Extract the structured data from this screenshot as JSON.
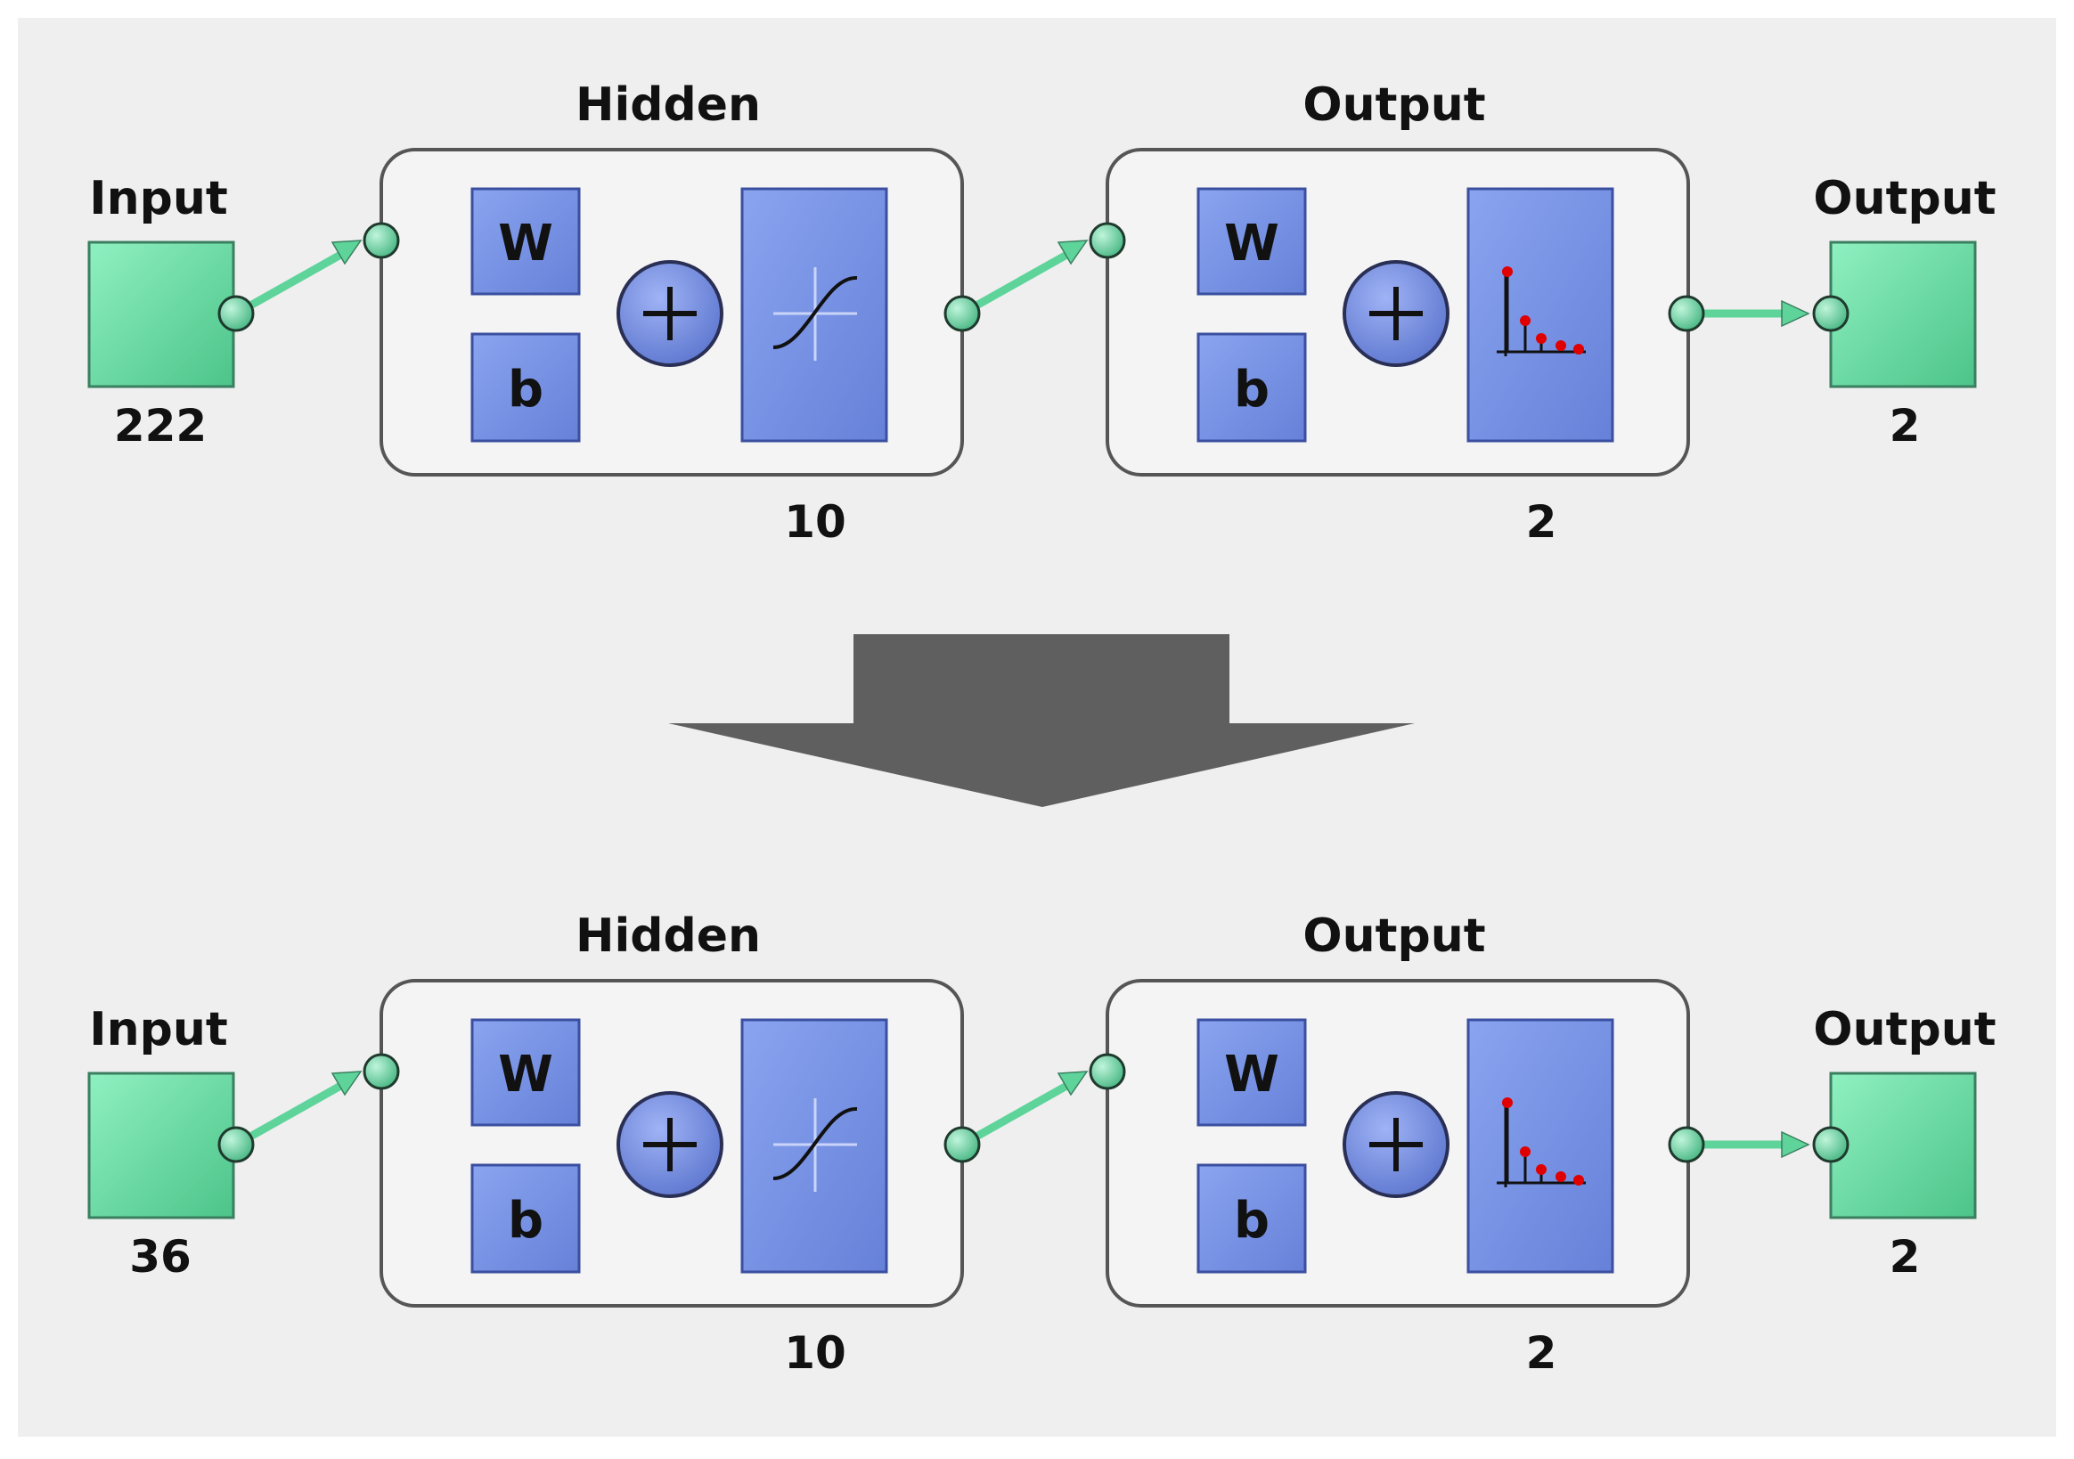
{
  "colors": {
    "canvas": "#efefef",
    "node_fill": "#6fe0a8",
    "node_stroke": "#3a7f5f",
    "connector": "#5ed49a",
    "block_fill": "#7b95e6",
    "block_stroke": "#3b4fa0",
    "layer_box_fill": "#f4f4f4",
    "layer_box_stroke": "#555555",
    "arrow_fill": "#5f5f5f",
    "stem_dot": "#e00000"
  },
  "icons": {
    "hidden_transfer": "sigmoid-curve-icon",
    "output_transfer": "softmax-stem-plot-icon",
    "summation": "plus-junction-icon",
    "transition": "down-arrow-icon"
  },
  "networks": [
    {
      "input_label": "Input",
      "input_size": "222",
      "hidden": {
        "title": "Hidden",
        "weight": "W",
        "bias": "b",
        "size": "10"
      },
      "output_layer": {
        "title": "Output",
        "weight": "W",
        "bias": "b",
        "size": "2"
      },
      "output_label": "Output",
      "output_size": "2"
    },
    {
      "input_label": "Input",
      "input_size": "36",
      "hidden": {
        "title": "Hidden",
        "weight": "W",
        "bias": "b",
        "size": "10"
      },
      "output_layer": {
        "title": "Output",
        "weight": "W",
        "bias": "b",
        "size": "2"
      },
      "output_label": "Output",
      "output_size": "2"
    }
  ]
}
